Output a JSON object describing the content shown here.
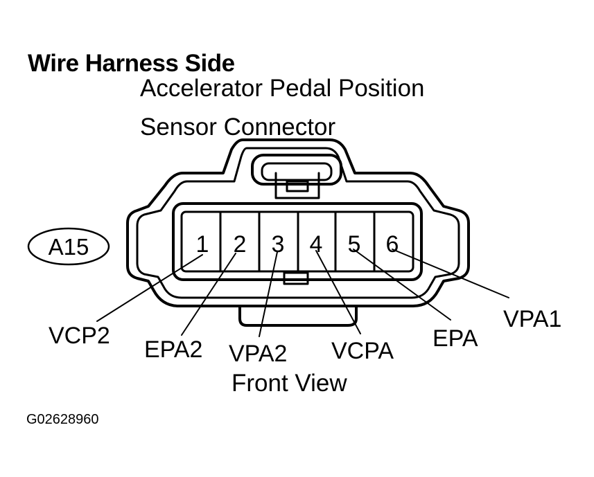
{
  "heading": "Wire Harness Side",
  "connector_name": {
    "line1": "Accelerator Pedal Position",
    "line2": "Sensor Connector"
  },
  "connector_id": "A15",
  "pins": [
    {
      "number": "1",
      "signal": "VCP2"
    },
    {
      "number": "2",
      "signal": "EPA2"
    },
    {
      "number": "3",
      "signal": "VPA2"
    },
    {
      "number": "4",
      "signal": "VCPA"
    },
    {
      "number": "5",
      "signal": "EPA"
    },
    {
      "number": "6",
      "signal": "VPA1"
    }
  ],
  "view_label": "Front View",
  "figure_code": "G02628960",
  "colors": {
    "line": "#000000",
    "background": "#ffffff"
  }
}
